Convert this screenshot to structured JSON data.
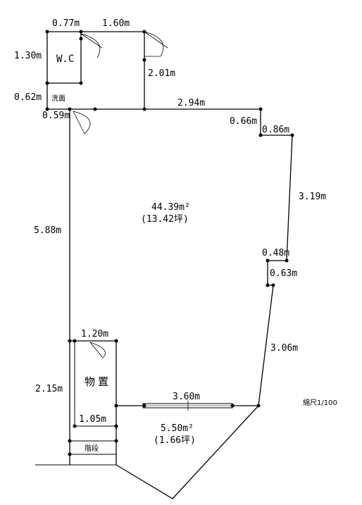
{
  "rooms": {
    "wc": "W.C",
    "washroom": "洗面",
    "storage": "物置",
    "stairs": "階段"
  },
  "areas": {
    "main_m2": "44.39m²",
    "main_tsubo": "(13.42坪)",
    "lower_m2": "5.50m²",
    "lower_tsubo": "(1.66坪)"
  },
  "dimensions": {
    "wc_width": "0.77m",
    "hall_width": "1.60m",
    "wc_height": "1.30m",
    "hall_height": "2.01m",
    "wash_height": "0.62m",
    "wash_width": "0.59m",
    "top_wall": "2.94m",
    "notch_drop": "0.66m",
    "notch_width": "0.86m",
    "right_upper": "3.19m",
    "right_notch_width": "0.48m",
    "right_notch_height": "0.63m",
    "right_lower": "3.06m",
    "left_wall": "5.88m",
    "storage_width_top": "1.20m",
    "storage_height": "2.15m",
    "storage_width_bottom": "1.05m",
    "window_width": "3.60m"
  },
  "scale": "縮尺1/100"
}
